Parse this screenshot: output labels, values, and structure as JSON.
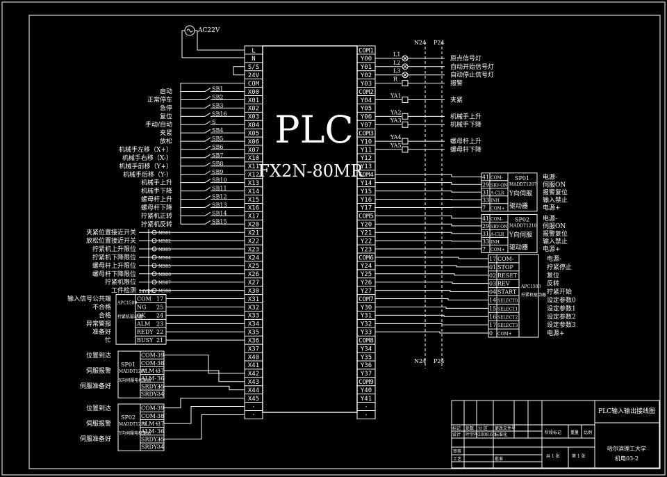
{
  "power": {
    "supply": "AC22V",
    "n24": "N24",
    "p24": "P24"
  },
  "plc": {
    "title": "PLC",
    "model": "FX2N-80MR"
  },
  "plc_left_pins": [
    "L",
    "N",
    "S/S",
    "24V",
    "COM",
    "X00",
    "X01",
    "X02",
    "X03",
    "X04",
    "X05",
    "X06",
    "X07",
    "X10",
    "X11",
    "X12",
    "X13",
    "X14",
    "X15",
    "X16",
    "X17",
    "X20",
    "X21",
    "X22",
    "X23",
    "X24",
    "X25",
    "X26",
    "X27",
    "X30",
    "X31",
    "X32",
    "X33",
    "X34",
    "X35",
    "X36",
    "X37",
    "X40",
    "X41",
    "X42",
    "X43",
    "X44",
    "X45",
    "·",
    "·"
  ],
  "plc_right_pins": [
    "COM1",
    "Y00",
    "Y01",
    "Y02",
    "Y03",
    "COM2",
    "Y04",
    "Y05",
    "Y06",
    "Y07",
    "COM3",
    "Y10",
    "Y11",
    "Y12",
    "Y13",
    "COM4",
    "Y14",
    "Y15",
    "Y16",
    "Y17",
    "COM5",
    "Y20",
    "Y21",
    "Y22",
    "Y23",
    "COM6",
    "Y24",
    "Y25",
    "Y26",
    "Y27",
    "COM7",
    "Y30",
    "Y31",
    "Y32",
    "Y33",
    "COM8",
    "Y34",
    "Y35",
    "Y36",
    "Y37",
    "COM9",
    "Y40",
    "Y41",
    "·",
    "·"
  ],
  "switch_tags": [
    "SB1",
    "SB2",
    "SB3",
    "SB16",
    "S",
    "SB4",
    "SB5",
    "SB6",
    "SB7",
    "SB8",
    "SB9",
    "SB10",
    "SB11",
    "SB12",
    "SB13",
    "SB14",
    "SB15"
  ],
  "switch_labels": [
    "启动",
    "正常停车",
    "急停",
    "复位",
    "手动/自动",
    "夹紧",
    "放松",
    "机械手左移（X+）",
    "机械手右移（X-）",
    "机械手前移（Y+）",
    "机械手后移（Y-）",
    "机械手上升",
    "机械手下降",
    "螺母杆上升",
    "螺母杆下降",
    "拧紧机正转",
    "拧紧机反转"
  ],
  "sensor_tags": [
    "MS01",
    "MS02",
    "MS03",
    "MS04",
    "MS05",
    "MS06",
    "MS07",
    "MS08"
  ],
  "sensor_labels": [
    "夹紧位置接近开关",
    "放松位置接近开关",
    "拧紧机上升限位",
    "拧紧机下降限位",
    "螺母杆上升限位",
    "螺母杆下降限位",
    "拧紧机限位",
    "工件检测"
  ],
  "sensor_note": "24VDC",
  "apc_in": {
    "name": "APC1500",
    "sub": "拧紧机驱动器",
    "pins": [
      "COM",
      "NG",
      "OK",
      "ALM",
      "REDY",
      "BUSY"
    ],
    "nums": [
      "17",
      "25",
      "24",
      "23",
      "22",
      "21"
    ],
    "labels": [
      "输入信号公共端",
      "不合格",
      "合格",
      "异常警报",
      "准备好",
      "忙"
    ]
  },
  "sp_in": [
    {
      "name": "SP01",
      "model": "MADDT1207",
      "sub": "X向伺服电机驱动",
      "pins": [
        "COM-",
        "COM-",
        "ALM+",
        "ALM-",
        "SRDY+",
        "SRDY-"
      ],
      "nums": [
        "39",
        "38",
        "37",
        "36",
        "35",
        "34"
      ],
      "labels": [
        "位置到达",
        "伺服报警",
        "伺服准备好"
      ]
    },
    {
      "name": "SP02",
      "model": "MADDT1210",
      "sub": "Y向伺服电机驱动",
      "pins": [
        "COM-",
        "COM-",
        "ALM+",
        "ALM-",
        "SRDY+",
        "SRDY-"
      ],
      "nums": [
        "39",
        "38",
        "37",
        "36",
        "35",
        "34"
      ],
      "labels": [
        "位置到达",
        "伺服报警",
        "伺服准备好"
      ]
    }
  ],
  "lamps": [
    {
      "tag": "L1",
      "label": "原点信号灯"
    },
    {
      "tag": "L2",
      "label": "自动开始信号灯"
    },
    {
      "tag": "L3",
      "label": "自动停止信号灯"
    },
    {
      "tag": "R",
      "label": "报警"
    }
  ],
  "valves": [
    {
      "tag": "YA1",
      "label": "夹紧"
    },
    {
      "tag": "YA2",
      "label": "机械手上升"
    },
    {
      "tag": "YA3",
      "label": "机械手下降"
    },
    {
      "tag": "YA4",
      "label": "螺母杆上升"
    },
    {
      "tag": "YA5",
      "label": "螺母杆下降"
    }
  ],
  "sp_out": [
    {
      "name": "SP01",
      "model": "MADDT1207",
      "sub1": "Y向伺服",
      "sub2": "驱动器",
      "pins": [
        "COM-",
        "SRV-ON",
        "A-CLR",
        "INH",
        "COM+"
      ],
      "nums": [
        "41",
        "29",
        "31",
        "33",
        "7"
      ],
      "labels": [
        "电源-",
        "伺服ON",
        "报警复位",
        "输入禁止",
        "电源+"
      ]
    },
    {
      "name": "SP02",
      "model": "MADDT1210",
      "sub1": "Y向伺服",
      "sub2": "驱动器",
      "pins": [
        "COM-",
        "SRV-ON",
        "A-CLR",
        "INH",
        "COM+"
      ],
      "nums": [
        "41",
        "29",
        "31",
        "33",
        "7"
      ],
      "labels": [
        "电源-",
        "伺服ON",
        "报警复位",
        "输入禁止",
        "电源+"
      ]
    }
  ],
  "apc_out": {
    "name": "APC1500",
    "sub": "拧紧机驱动器",
    "pins": [
      "COM-",
      "STOP",
      "RESET",
      "REV",
      "START",
      "SELECT0",
      "SELECT1",
      "SELECT2",
      "SELECT3",
      "COM+"
    ],
    "nums": [
      "17",
      "01",
      "02",
      "03",
      "04",
      "14",
      "15",
      "16",
      "17",
      "0"
    ],
    "labels": [
      "电源-",
      "拧紧停止",
      "复位",
      "反转",
      "拧紧开始",
      "设定参数0",
      "设定参数1",
      "设定参数2",
      "设定参数3",
      "电源+"
    ]
  },
  "title_block": {
    "drawing_title": "PLC输入输出接线图",
    "school": "哈尔滨理工大学",
    "class": "机电03-2",
    "sheet": "共 1 张",
    "page": "第 1 张",
    "stage": "阶段标记",
    "weight": "重量",
    "scale": "比例",
    "mark": "标记",
    "count": "处数",
    "zone": "分 区",
    "doc": "更改文件号",
    "design": "设计",
    "designer": "叶宇丹",
    "date": "2008.6.5",
    "standard": "标准化",
    "review": "审核",
    "craft": "工艺",
    "approve": "批准"
  }
}
